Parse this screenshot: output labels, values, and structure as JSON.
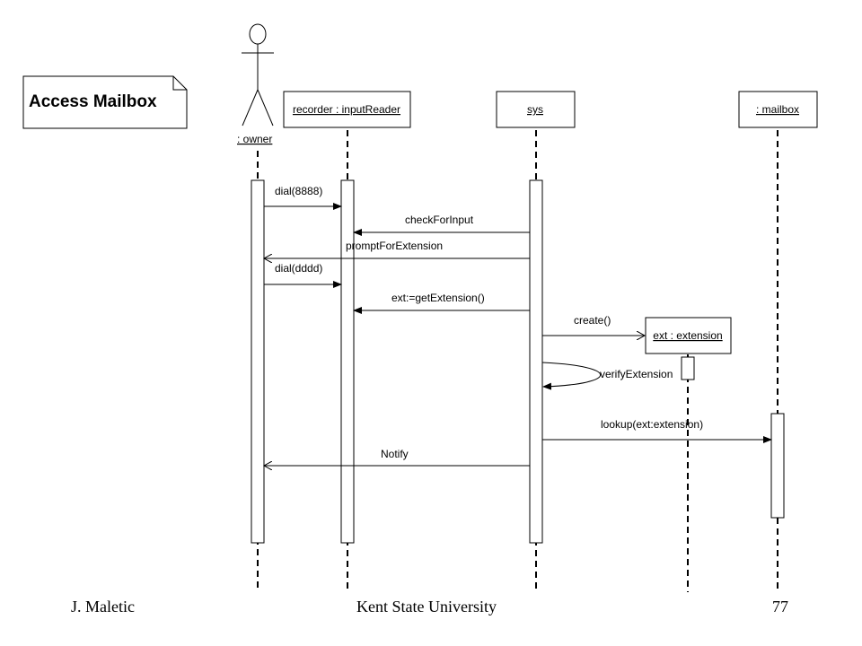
{
  "note": {
    "title": "Access Mailbox"
  },
  "participants": {
    "owner": ": owner",
    "recorder": "recorder : inputReader",
    "sys": "sys",
    "mailbox": ": mailbox",
    "extension": "ext : extension"
  },
  "messages": {
    "dial_8888": "dial(8888)",
    "check_for_input": "checkForInput",
    "prompt_for_extension": "promptForExtension",
    "dial_dddd": "dial(dddd)",
    "get_extension": "ext:=getExtension()",
    "create": "create()",
    "verify_extension": "verifyExtension",
    "lookup": "lookup(ext:extension)",
    "notify": "Notify"
  },
  "footer": {
    "author": "J. Maletic",
    "institution": "Kent State University",
    "page_number": "77"
  }
}
